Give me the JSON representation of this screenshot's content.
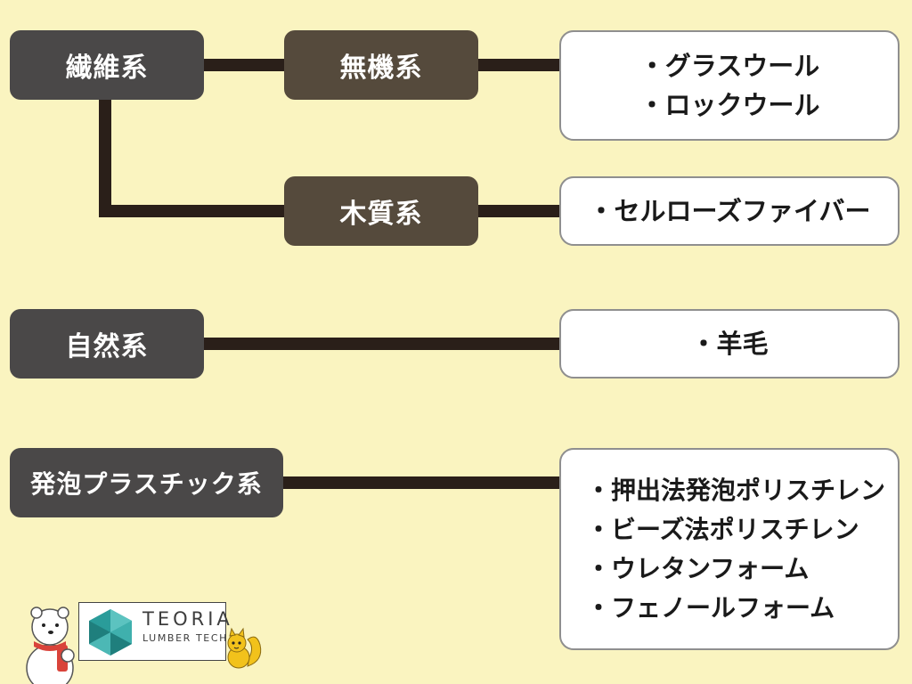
{
  "diagram": {
    "categories": {
      "fiber": "繊維系",
      "inorganic": "無機系",
      "wood": "木質系",
      "natural": "自然系",
      "foam": "発泡プラスチック系"
    },
    "materials": {
      "inorganic": [
        "・グラスウール",
        "・ロックウール"
      ],
      "wood": [
        "・セルローズファイバー"
      ],
      "natural": [
        "・羊毛"
      ],
      "foam": [
        "・押出法発泡ポリスチレン",
        "・ビーズ法ポリスチレン",
        "・ウレタンフォーム",
        "・フェノールフォーム"
      ]
    }
  },
  "footer": {
    "logo_name": "TEORIA",
    "logo_sub": "LUMBER TECH"
  },
  "colors": {
    "background": "#faf4c0",
    "category_dark": "#4a4848",
    "category_brown": "#554a3c",
    "connector": "#2a1f19",
    "logo_teal": "#2a9c9a",
    "mascot_red": "#d9433a",
    "mascot_yellow": "#f2c21b"
  },
  "icons": [
    "polar-bear-mascot-icon",
    "teoria-logo-icon",
    "squirrel-mascot-icon"
  ]
}
